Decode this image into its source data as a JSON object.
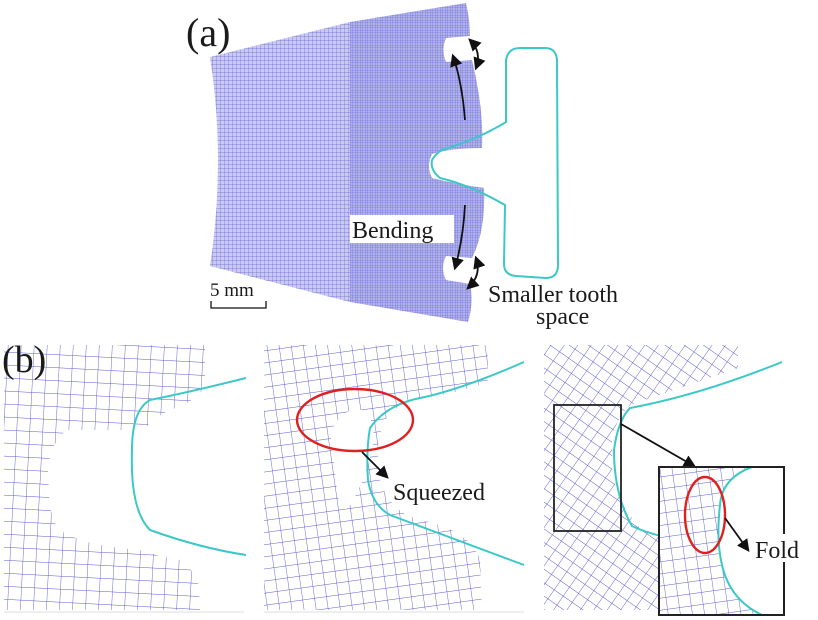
{
  "figure": {
    "panel_a": {
      "label": "(a)",
      "annotations": {
        "bending": "Bending",
        "smaller_tooth_line1": "Smaller tooth",
        "smaller_tooth_line2": "space"
      },
      "scale_bar": "5 mm"
    },
    "panel_b": {
      "label": "(b)",
      "annotations": {
        "squeezed": "Squeezed",
        "fold": "Fold"
      }
    },
    "colors": {
      "mesh": "#5a5ad0",
      "mesh_fill": "#a8a8ea",
      "tool_outline": "#3cc8c8",
      "highlight_ellipse": "#e02020",
      "arrow": "#111111",
      "inset_box": "#222222"
    }
  }
}
